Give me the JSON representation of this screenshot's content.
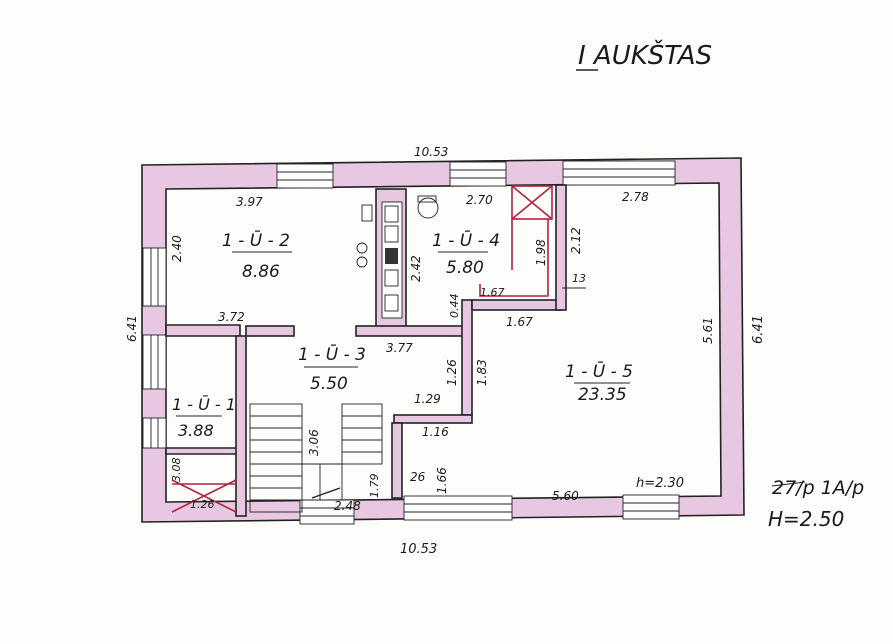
{
  "title": "I AUKŠTAS",
  "overall": {
    "width_top": "10.53",
    "width_bottom": "10.53",
    "depth_left": "6.41",
    "depth_right": "6.41"
  },
  "rooms": [
    {
      "id": "1-2",
      "label": "1 - Ū - 2",
      "area": "8.86"
    },
    {
      "id": "1-4",
      "label": "1 - Ū - 4",
      "area": "5.80"
    },
    {
      "id": "1-3",
      "label": "1 - Ū - 3",
      "area": "5.50"
    },
    {
      "id": "1-1",
      "label": "1 - Ū - 1",
      "area": "3.88"
    },
    {
      "id": "1-5",
      "label": "1 - Ū - 5",
      "area": "23.35"
    }
  ],
  "dimensions": {
    "d397": "3.97",
    "d270": "2.70",
    "d278": "2.78",
    "d240": "2.40",
    "d242": "2.42",
    "d198": "1.98",
    "d212": "2.12",
    "d167a": "1.67",
    "d13": "13",
    "d044": "0.44",
    "d167b": "1.67",
    "d372": "3.72",
    "d377": "3.77",
    "d126": "1.26",
    "d183": "1.83",
    "d129": "1.29",
    "d116": "1.16",
    "d306": "3.06",
    "d308": "3.08",
    "d126b": "1.26",
    "d248": "2.48",
    "d179": "1.79",
    "d26": "26",
    "d166": "1.66",
    "d560": "5.60",
    "d561": "5.61"
  },
  "height_note": "h=2.30",
  "stamp": {
    "line1": "27/p 1A/p",
    "line2": "H=2.50"
  },
  "colors": {
    "wall": "#e8c7e3",
    "ink": "#222222",
    "red_ink": "#b0243c"
  }
}
